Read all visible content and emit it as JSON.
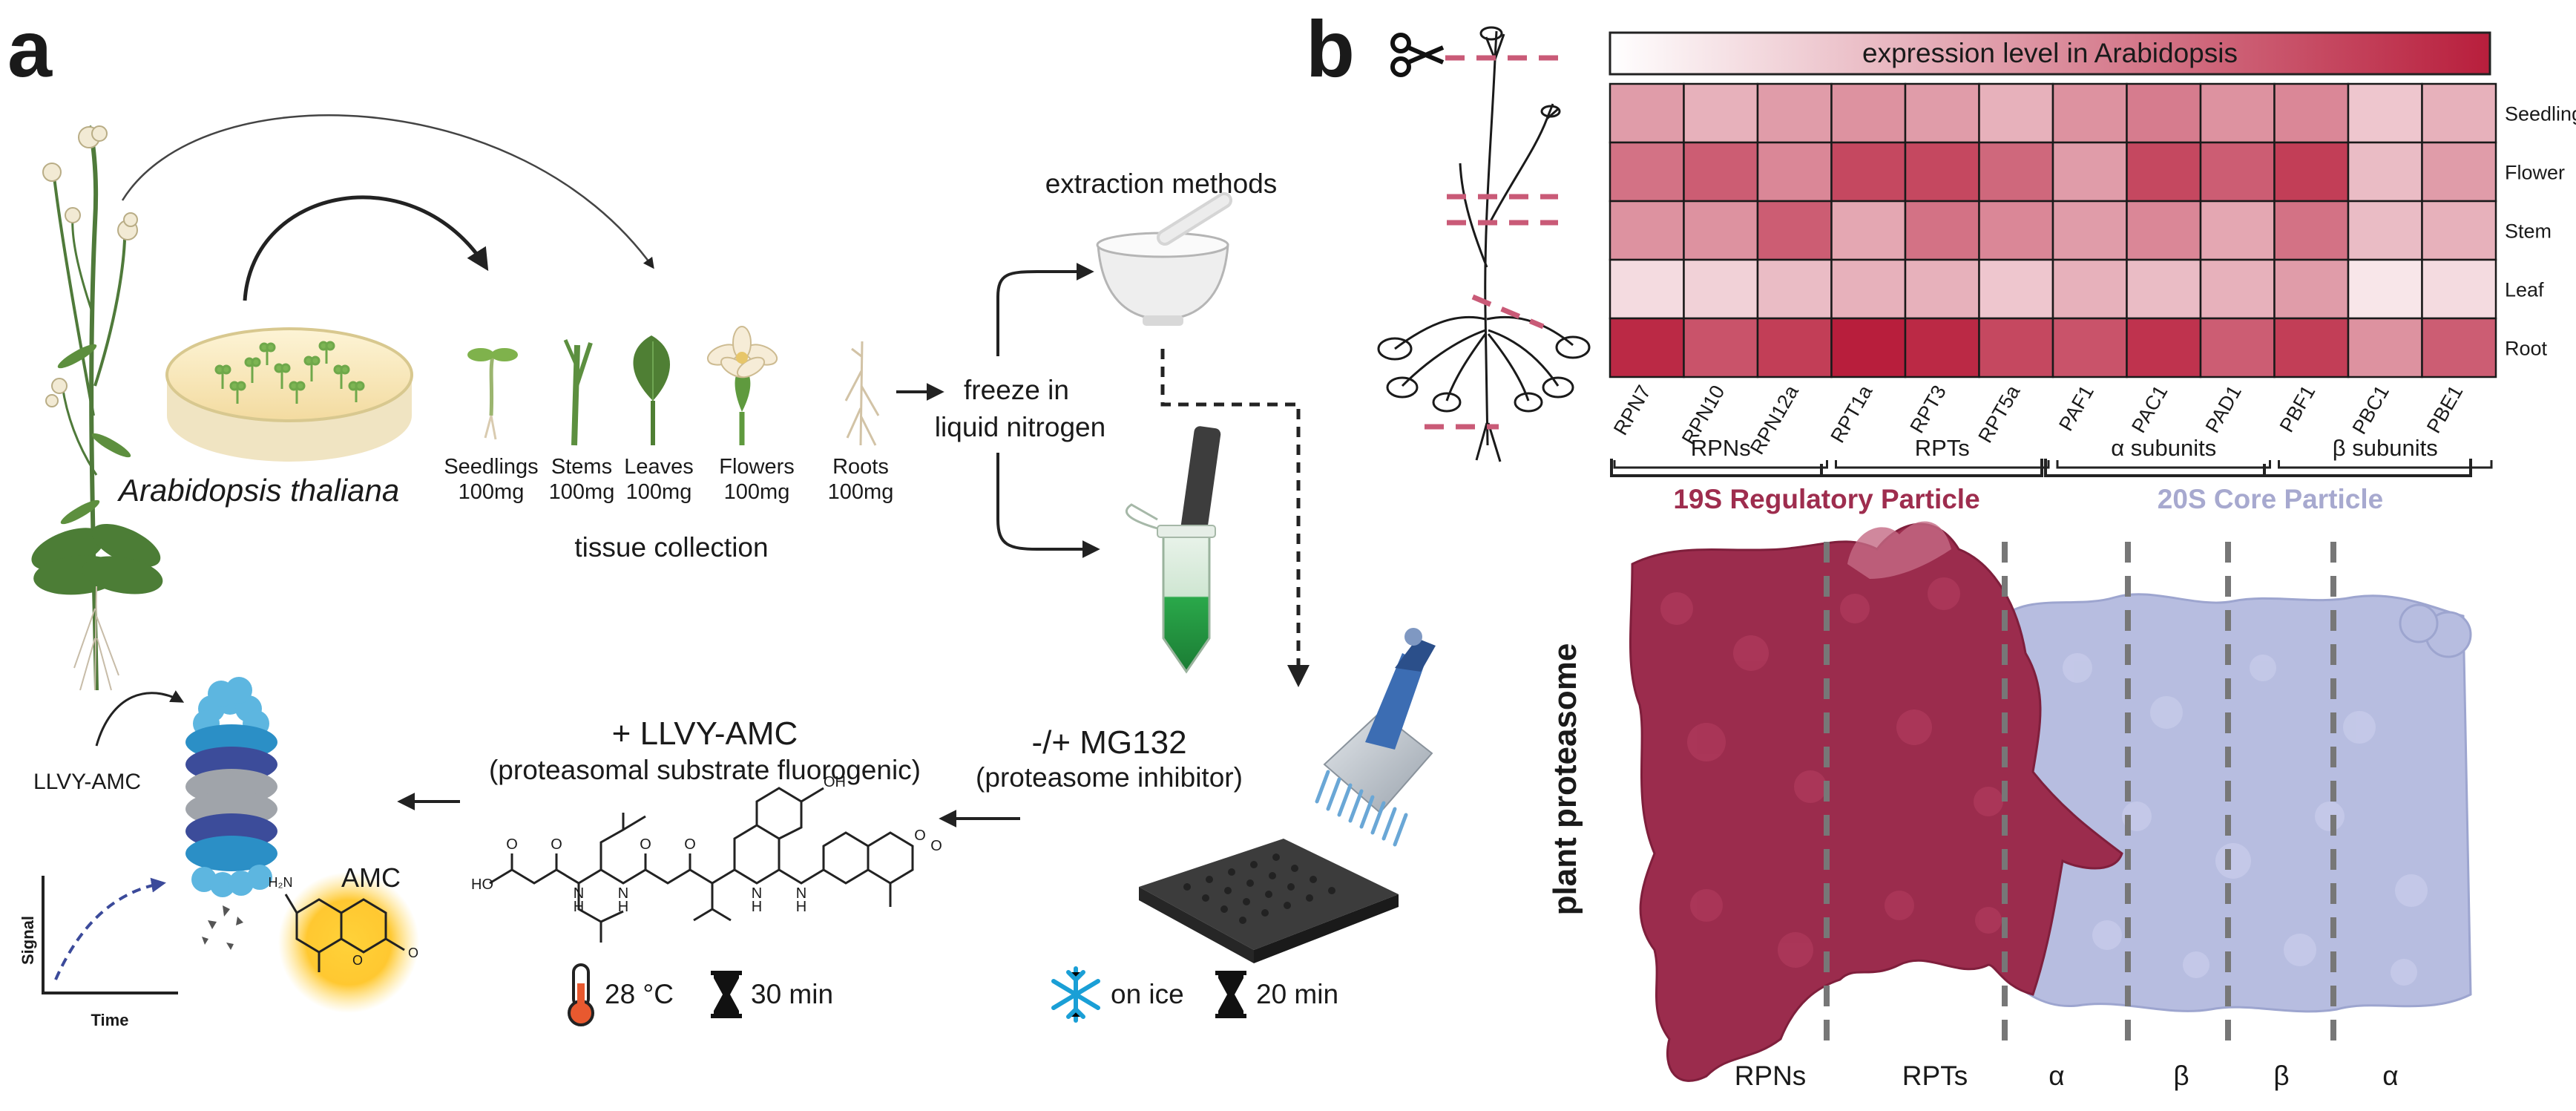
{
  "panel_a": {
    "label": "a",
    "species": "Arabidopsis thaliana",
    "tissues": [
      {
        "name": "Seedlings",
        "amount": "100mg"
      },
      {
        "name": "Stems",
        "amount": "100mg"
      },
      {
        "name": "Leaves",
        "amount": "100mg"
      },
      {
        "name": "Flowers",
        "amount": "100mg"
      },
      {
        "name": "Roots",
        "amount": "100mg"
      }
    ],
    "tissue_collection": "tissue collection",
    "freeze_line1": "freeze in",
    "freeze_line2": "liquid nitrogen",
    "extraction": "extraction methods",
    "inhibitor_title": "-/+ MG132",
    "inhibitor_sub": "(proteasome inhibitor)",
    "ice_label": "on ice",
    "ice_time": "20 min",
    "substrate_title": "+ LLVY-AMC",
    "substrate_sub": "(proteasomal substrate fluorogenic)",
    "temperature": "28 °C",
    "incubation_time": "30 min",
    "llvy_label": "LLVY-AMC",
    "amc_label": "AMC",
    "signal_axis": "Signal",
    "time_axis": "Time",
    "mol_atoms": {
      "ho": "HO",
      "o1": "O",
      "o2": "O",
      "o3": "O",
      "o4": "O",
      "oh": "OH",
      "n1": "N",
      "n2": "N",
      "n3": "N",
      "n4": "N",
      "h1": "H",
      "h2": "H",
      "h3": "H",
      "h4": "H",
      "o5": "O",
      "o6": "O"
    },
    "amc_atoms": {
      "n": "H₂N",
      "o1": "O",
      "o2": "O"
    }
  },
  "panel_b": {
    "label": "b",
    "heatmap_title": "expression level in Arabidopsis",
    "side_label": "plant proteasome",
    "rp_label": "19S Regulatory Particle",
    "cp_label": "20S Core Particle",
    "structure_labels": [
      "RPNs",
      "RPTs",
      "α",
      "β",
      "β",
      "α"
    ],
    "colors": {
      "rp": "#9e2d4e",
      "cp": "#b9bfe0",
      "heat_high": "#b81e3c",
      "heat_low": "#fbf0f2"
    }
  },
  "chart_data": {
    "type": "heatmap",
    "title": "expression level in Arabidopsis",
    "rows": [
      "Seedling",
      "Flower",
      "Stem",
      "Leaf",
      "Root"
    ],
    "columns": [
      "RPN7",
      "RPN10",
      "RPN12a",
      "RPT1a",
      "RPT3",
      "RPT5a",
      "PAF1",
      "PAC1",
      "PAD1",
      "PBF1",
      "PBC1",
      "PBE1"
    ],
    "groups": [
      {
        "name": "RPNs",
        "start": 0,
        "end": 2
      },
      {
        "name": "RPTs",
        "start": 3,
        "end": 5
      },
      {
        "name": "α subunits",
        "start": 6,
        "end": 8
      },
      {
        "name": "β subunits",
        "start": 9,
        "end": 11
      }
    ],
    "values": [
      [
        0.4,
        0.3,
        0.4,
        0.45,
        0.4,
        0.3,
        0.45,
        0.55,
        0.45,
        0.5,
        0.2,
        0.3
      ],
      [
        0.6,
        0.7,
        0.5,
        0.8,
        0.8,
        0.65,
        0.4,
        0.8,
        0.7,
        0.85,
        0.25,
        0.4
      ],
      [
        0.45,
        0.45,
        0.7,
        0.35,
        0.6,
        0.5,
        0.4,
        0.5,
        0.35,
        0.6,
        0.25,
        0.3
      ],
      [
        0.1,
        0.15,
        0.25,
        0.3,
        0.3,
        0.2,
        0.3,
        0.25,
        0.3,
        0.4,
        0.05,
        0.1
      ],
      [
        0.95,
        0.75,
        0.85,
        1.0,
        0.95,
        0.8,
        0.75,
        0.9,
        0.7,
        0.85,
        0.45,
        0.7
      ]
    ]
  }
}
